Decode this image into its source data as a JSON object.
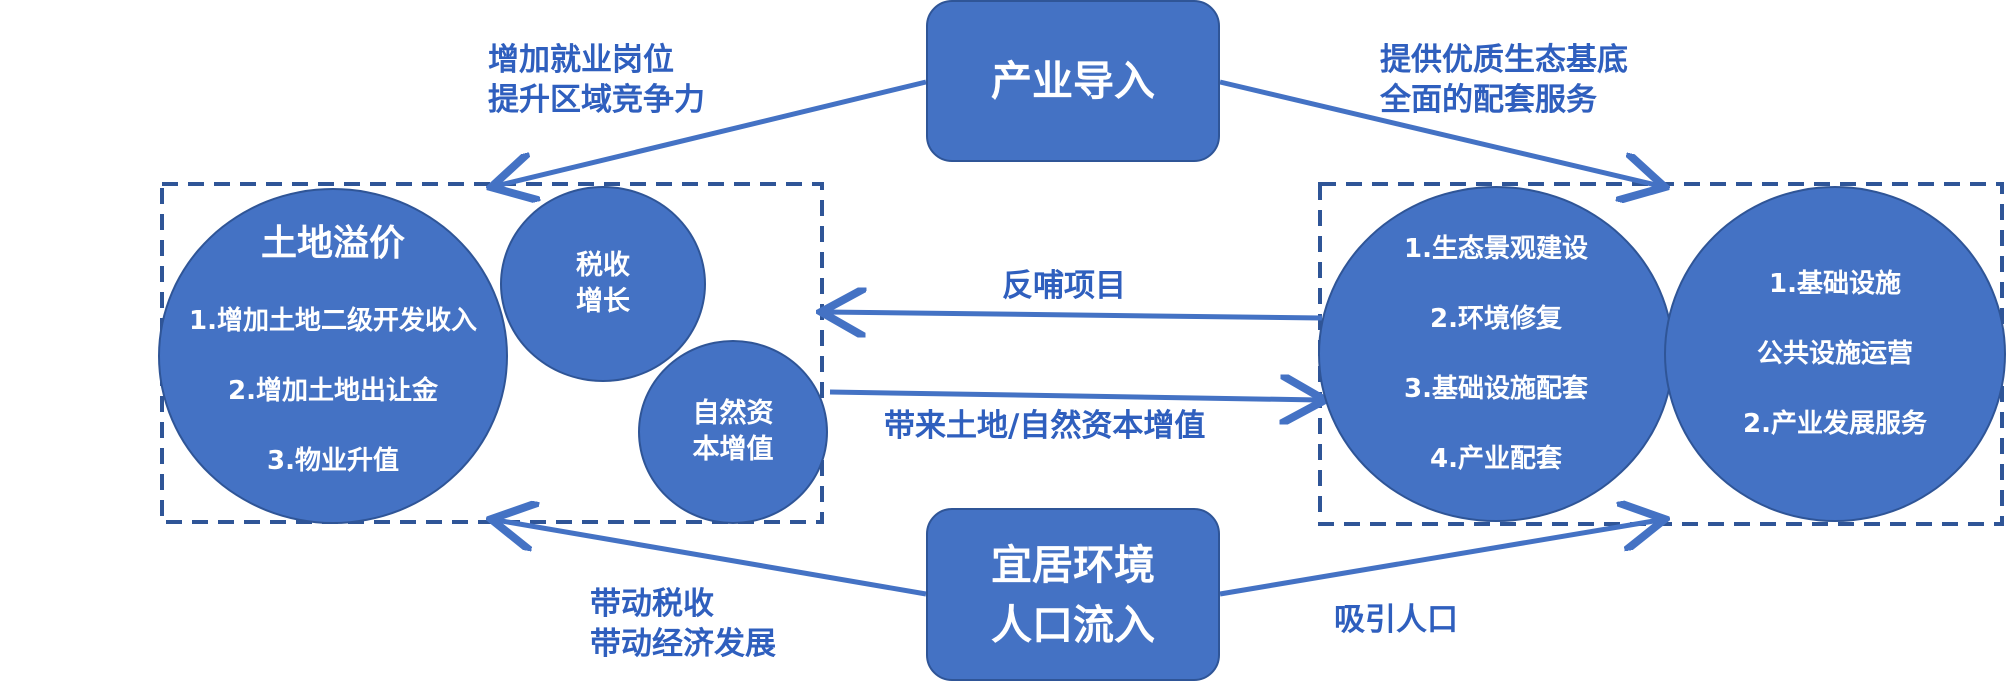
{
  "top_box": {
    "line1": "产业导入"
  },
  "bottom_box": {
    "line1": "宜居环境",
    "line2": "人口流入"
  },
  "labels": {
    "top_left": [
      "增加就业岗位",
      "提升区域竞争力"
    ],
    "top_right": [
      "提供优质生态基底",
      "全面的配套服务"
    ],
    "middle_upper": "反哺项目",
    "middle_lower": "带来土地/自然资本增值",
    "bottom_left": [
      "带动税收",
      "带动经济发展"
    ],
    "bottom_right": "吸引人口"
  },
  "left_group": {
    "land": {
      "title": "土地溢价",
      "items": [
        "1.增加土地二级开发收入",
        "2.增加土地出让金",
        "3.物业升值"
      ]
    },
    "tax": {
      "line1": "税收",
      "line2": "增长"
    },
    "natural": {
      "line1": "自然资",
      "line2": "本增值"
    }
  },
  "right_group": {
    "eco": {
      "items": [
        "1.生态景观建设",
        "2.环境修复",
        "3.基础设施配套",
        "4.产业配套"
      ]
    },
    "infra": {
      "items": [
        "1.基础设施",
        "公共设施运营",
        "2.产业发展服务"
      ]
    }
  },
  "colors": {
    "fill": "#4472c4",
    "border": "#2f5597",
    "text": "#2f5fbe"
  }
}
